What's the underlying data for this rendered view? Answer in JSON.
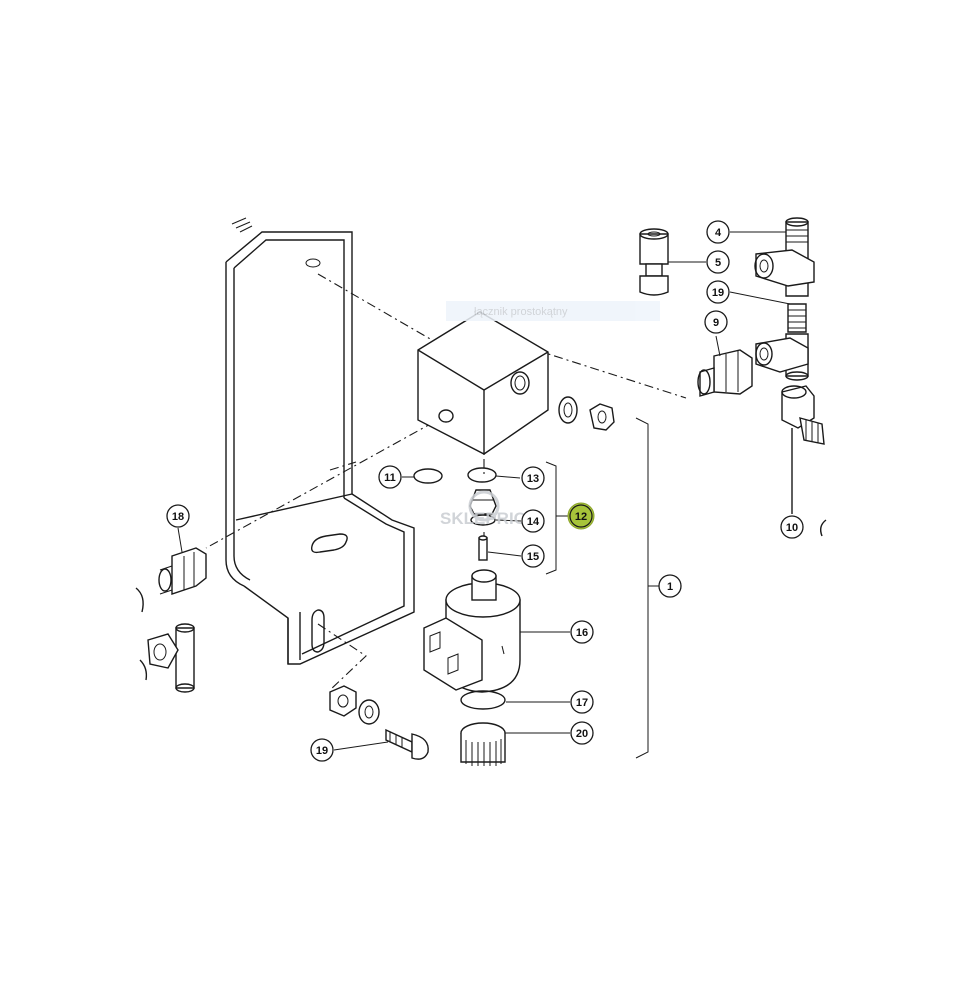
{
  "callouts": [
    {
      "id": "c4",
      "label": "4"
    },
    {
      "id": "c5",
      "label": "5"
    },
    {
      "id": "c19a",
      "label": "19"
    },
    {
      "id": "c9",
      "label": "9"
    },
    {
      "id": "c10",
      "label": "10"
    },
    {
      "id": "c11",
      "label": "11"
    },
    {
      "id": "c13",
      "label": "13"
    },
    {
      "id": "c12",
      "label": "12",
      "highlight": true
    },
    {
      "id": "c14",
      "label": "14"
    },
    {
      "id": "c15",
      "label": "15"
    },
    {
      "id": "c1",
      "label": "1"
    },
    {
      "id": "c16",
      "label": "16"
    },
    {
      "id": "c17",
      "label": "17"
    },
    {
      "id": "c20",
      "label": "20"
    },
    {
      "id": "c18",
      "label": "18"
    },
    {
      "id": "c19b",
      "label": "19"
    }
  ],
  "watermark": {
    "tag": "łącznik prostokątny",
    "brand": "SKLEPRICO"
  },
  "colors": {
    "line": "#1a1a1a",
    "highlight": "#a7c43a",
    "watermark": "#c9cdd2",
    "watermark_tag_bg": "#eef4fb"
  }
}
